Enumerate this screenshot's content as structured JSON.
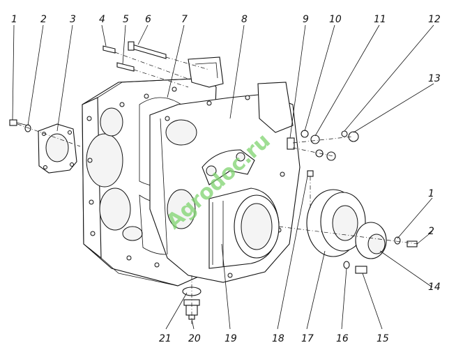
{
  "callouts": {
    "c1": "1",
    "c2": "2",
    "c3": "3",
    "c4": "4",
    "c5": "5",
    "c6": "6",
    "c7": "7",
    "c8": "8",
    "c9": "9",
    "c10": "10",
    "c11": "11",
    "c12": "12",
    "c13": "13",
    "c1b": "1",
    "c2b": "2",
    "c14": "14",
    "c15": "15",
    "c16": "16",
    "c17": "17",
    "c18": "18",
    "c19": "19",
    "c20": "20",
    "c21": "21"
  },
  "watermark": "Agrodoc.ru",
  "colors": {
    "line": "#111111",
    "watermark": "#7fd46f",
    "background": "#ffffff"
  }
}
